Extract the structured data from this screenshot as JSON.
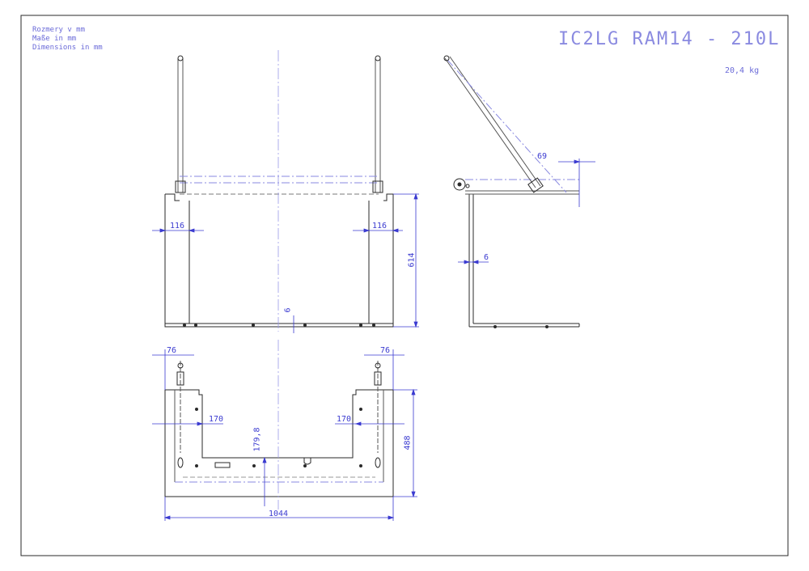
{
  "header": {
    "units_cz": "Rozmery v mm",
    "units_de": "Maße in mm",
    "units_en": "Dimensions in mm",
    "title": "IC2LG RAM14 - 210L",
    "weight": "20,4 kg"
  },
  "dimensions": {
    "front_left_width": "116",
    "front_right_width": "116",
    "front_height": "614",
    "front_thickness": "6",
    "side_overhang": "69",
    "side_thickness": "6",
    "top_left_offset": "76",
    "top_right_offset": "76",
    "top_left_170": "170",
    "top_right_170": "170",
    "top_center_depth": "179,8",
    "top_depth": "488",
    "overall_width": "1044"
  },
  "colors": {
    "line": "#2a2a2a",
    "dimension": "#3a3ad0",
    "annotation": "#6a6ad8",
    "centerline": "#9a9ae8"
  }
}
